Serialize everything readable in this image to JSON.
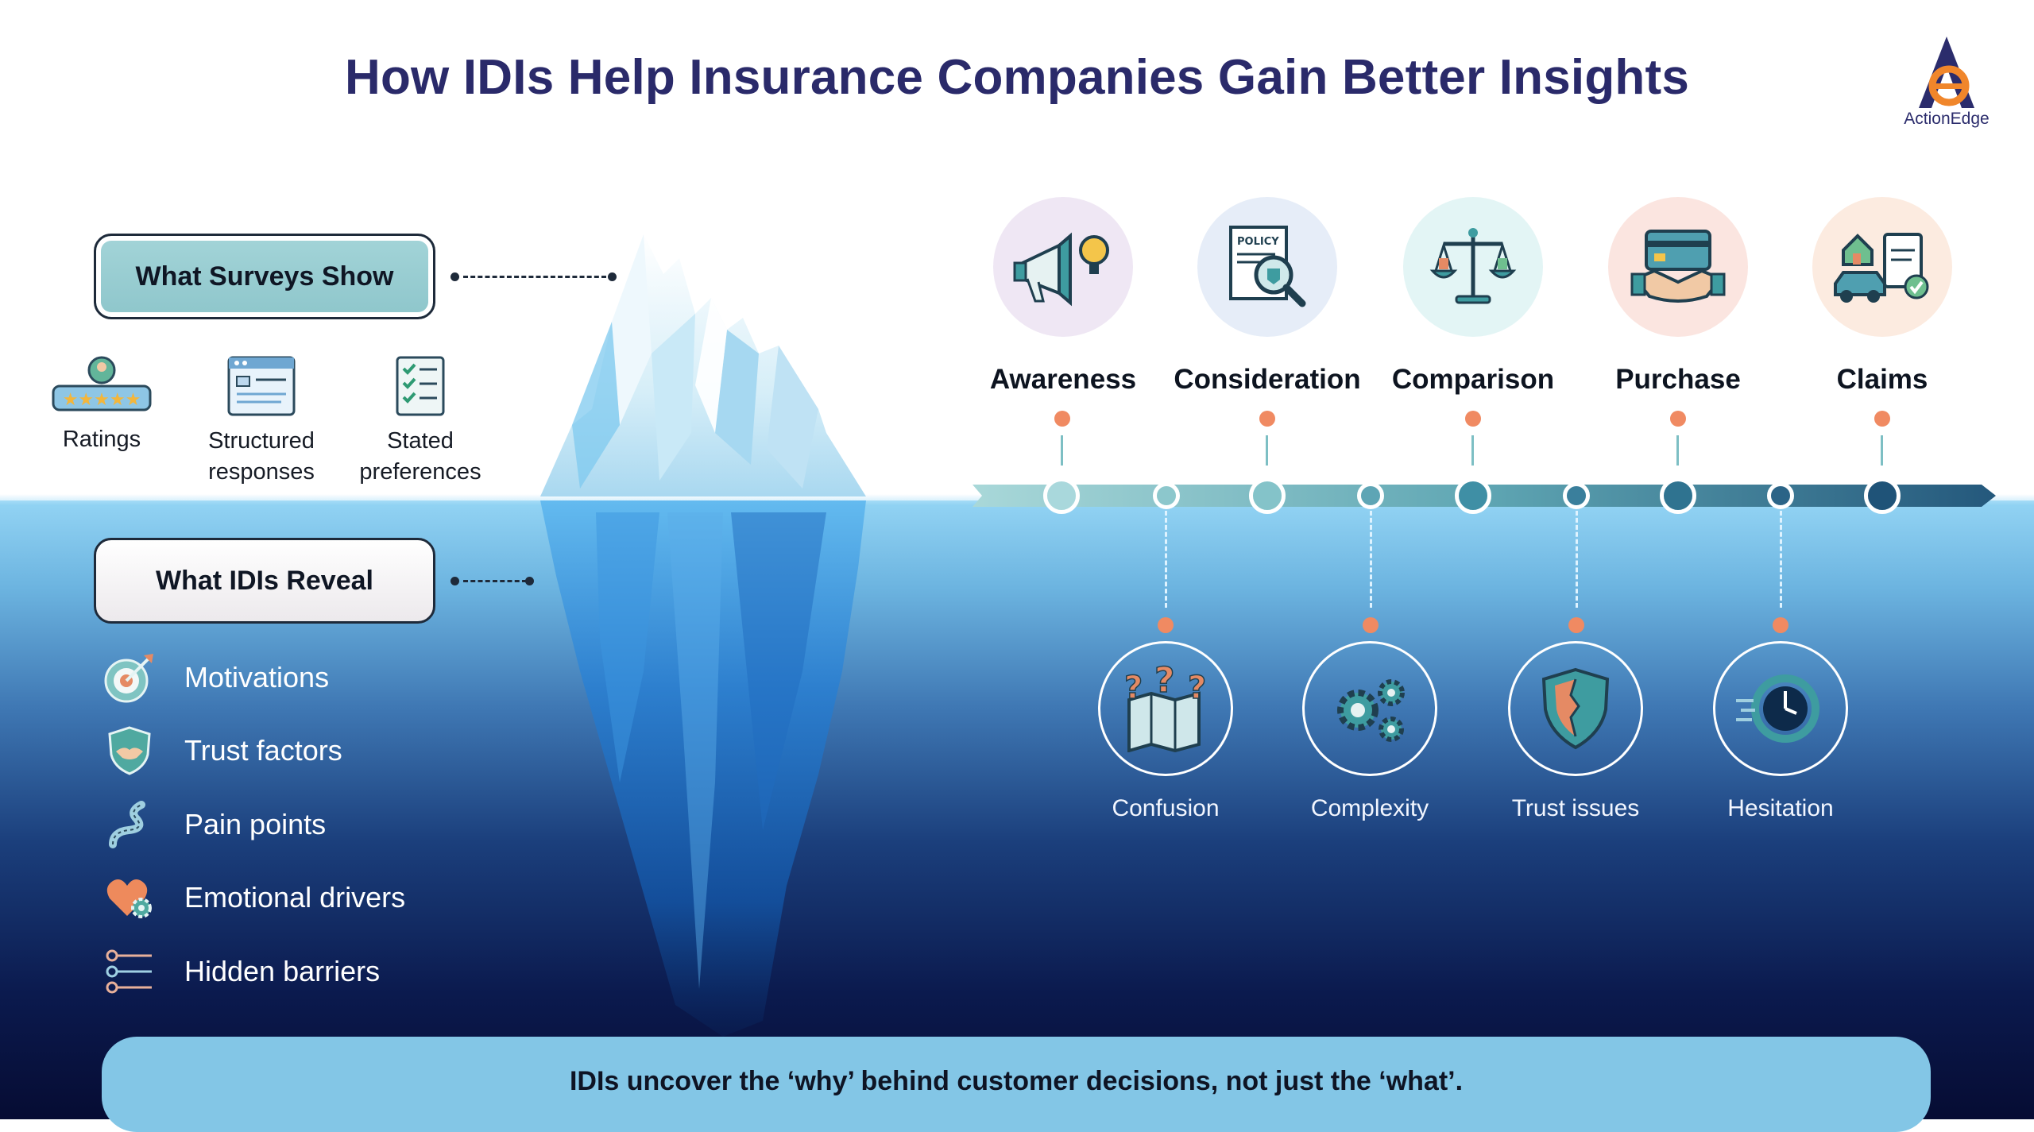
{
  "title": "How IDIs Help Insurance Companies Gain Better Insights",
  "logo": {
    "text": "ActionEdge",
    "icon": "actionedge-logo-icon"
  },
  "surveys": {
    "label": "What Surveys Show",
    "items": [
      {
        "line1": "Ratings",
        "line2": "",
        "icon": "star-rating-icon"
      },
      {
        "line1": "Structured",
        "line2": "responses",
        "icon": "form-window-icon"
      },
      {
        "line1": "Stated",
        "line2": "preferences",
        "icon": "checklist-icon"
      }
    ]
  },
  "idis": {
    "label": "What IDIs Reveal",
    "items": [
      {
        "label": "Motivations",
        "icon": "target-arrow-icon"
      },
      {
        "label": "Trust factors",
        "icon": "handshake-shield-icon"
      },
      {
        "label": "Pain points",
        "icon": "winding-path-icon"
      },
      {
        "label": "Emotional drivers",
        "icon": "heart-gear-icon"
      },
      {
        "label": "Hidden barriers",
        "icon": "keys-icon"
      }
    ]
  },
  "journey": {
    "stages": [
      {
        "label": "Awareness",
        "icon": "megaphone-bulb-icon"
      },
      {
        "label": "Consideration",
        "icon": "policy-magnifier-icon"
      },
      {
        "label": "Comparison",
        "icon": "balance-scale-icon"
      },
      {
        "label": "Purchase",
        "icon": "card-handshake-icon"
      },
      {
        "label": "Claims",
        "icon": "house-car-claim-icon"
      }
    ],
    "barriers": [
      {
        "label": "Confusion",
        "icon": "question-map-icon"
      },
      {
        "label": "Complexity",
        "icon": "gears-icon"
      },
      {
        "label": "Trust issues",
        "icon": "broken-shield-icon"
      },
      {
        "label": "Hesitation",
        "icon": "clock-motion-icon"
      }
    ]
  },
  "footer": {
    "text": "IDIs uncover the ‘why’ behind customer decisions, not just the ‘what’."
  },
  "colors": {
    "title": "#2a2a6a",
    "teal": "#3b8f97",
    "orange": "#f08a62",
    "sea_top": "#93d4f4",
    "sea_bottom": "#060c33",
    "footer": "#83c6e6"
  }
}
